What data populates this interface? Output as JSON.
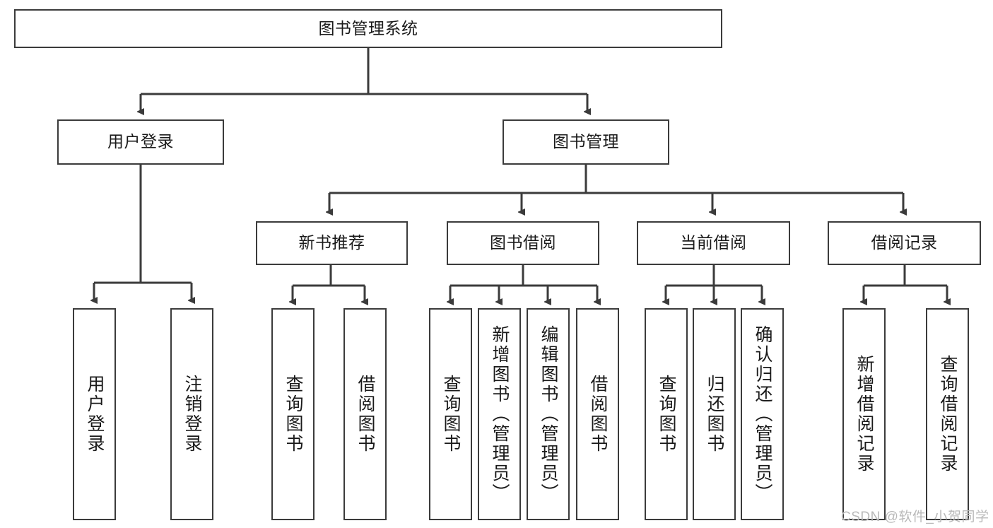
{
  "diagram": {
    "type": "tree",
    "title": "图书管理系统",
    "levels": {
      "root": {
        "label": "图书管理系统"
      },
      "level2": [
        {
          "label": "用户登录"
        },
        {
          "label": "图书管理"
        }
      ],
      "level3": [
        {
          "label": "新书推荐"
        },
        {
          "label": "图书借阅"
        },
        {
          "label": "当前借阅"
        },
        {
          "label": "借阅记录"
        }
      ],
      "leaves": {
        "user_login": [
          {
            "label": "用户登录"
          },
          {
            "label": "注销登录"
          }
        ],
        "new_book_recommend": [
          {
            "label": "查询图书"
          },
          {
            "label": "借阅图书"
          }
        ],
        "book_borrow": [
          {
            "label": "查询图书"
          },
          {
            "label": "新增图书（管理员）"
          },
          {
            "label": "编辑图书（管理员）"
          },
          {
            "label": "借阅图书"
          }
        ],
        "current_borrow": [
          {
            "label": "查询图书"
          },
          {
            "label": "归还图书"
          },
          {
            "label": "确认归还（管理员）"
          }
        ],
        "borrow_record": [
          {
            "label": "新增借阅记录"
          },
          {
            "label": "查询借阅记录"
          }
        ]
      }
    },
    "colors": {
      "stroke": "#3b3b3b",
      "fill": "#ffffff",
      "text": "#1a1a1a",
      "watermark": "#b9b9b9"
    }
  },
  "watermark": {
    "text": "CSDN @软件_小贺同学"
  }
}
